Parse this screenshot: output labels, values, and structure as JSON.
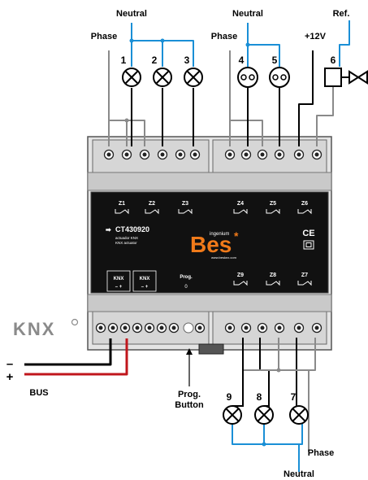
{
  "labels": {
    "neutral_top_left": "Neutral",
    "neutral_top_right": "Neutral",
    "ref": "Ref.",
    "phase_left": "Phase",
    "phase_right": "Phase",
    "v12": "+12V",
    "phase_bottom": "Phase",
    "neutral_bottom": "Neutral",
    "bus": "BUS",
    "prog_button_line1": "Prog.",
    "prog_button_line2": "Button",
    "minus": "–",
    "plus": "+"
  },
  "outputs_top": [
    "1",
    "2",
    "3",
    "4",
    "5",
    "6"
  ],
  "outputs_bottom": [
    "9",
    "8",
    "7"
  ],
  "device": {
    "model": "CT430920",
    "desc_line1": "actuador KNX",
    "desc_line2": "KNX actuator",
    "brand": "Bes",
    "brand_small": "ingenium",
    "url": "www.besknx.com",
    "ce": "CE",
    "prog": "Prog.",
    "prog_value": "0",
    "knx_label_1": "KNX",
    "knx_label_2": "KNX",
    "knx_pol_1": "–   +",
    "knx_pol_2": "–   +",
    "zones_top": [
      "Z1",
      "Z2",
      "Z3",
      "Z4",
      "Z5",
      "Z6"
    ],
    "zones_bottom": [
      "Z9",
      "Z8",
      "Z7"
    ]
  },
  "knx_logo": "KNX",
  "colors": {
    "blue_wire": "#1a8fd6",
    "gray_wire": "#8a8a8a",
    "black_wire": "#000000",
    "red_wire": "#c0161c",
    "brand_orange": "#f07a1a",
    "device_body": "#e6e6e6",
    "front_panel": "#111111"
  }
}
